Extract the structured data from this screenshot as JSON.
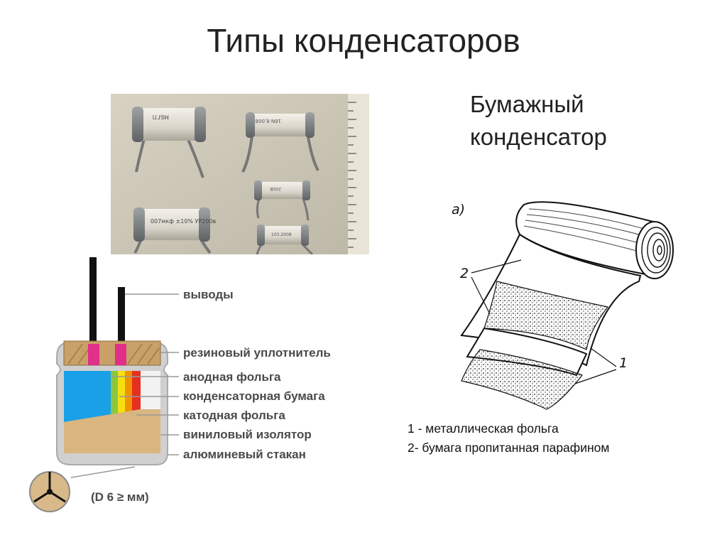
{
  "slide": {
    "title": "Типы конденсаторов",
    "subtitle_line1": "Бумажный",
    "subtitle_line2": "конденсатор"
  },
  "photo": {
    "caps": [
      {
        "marking": "МБГП"
      },
      {
        "marking": "16N 6,008"
      },
      {
        "marking": "200В"
      },
      {
        "marking": "007мкф ±10% УР200в"
      },
      {
        "marking": "103.2008"
      }
    ]
  },
  "electrolytic": {
    "labels": [
      "выводы",
      "резиновый уплотнитель",
      "анодная фольга",
      "конденсаторная бумага",
      "катодная фольга",
      "виниловый изолятор",
      "алюминевый стакан"
    ],
    "dimension": "(D 6 ≥ мм)",
    "colors": {
      "seal": "#c8a068",
      "pins": "#e0308a",
      "anode": "#1aa0e6",
      "paper_green": "#8cc63f",
      "paper_yellow": "#f4e010",
      "orange": "#f39200",
      "cathode": "#e53020",
      "electrolyte": "#d9b57f"
    }
  },
  "roll": {
    "mark_a": "а)",
    "mark_2": "2",
    "mark_1": "1"
  },
  "legend": {
    "line1": "1 - металлическая фольга",
    "line2": "2- бумага пропитанная парафином"
  }
}
